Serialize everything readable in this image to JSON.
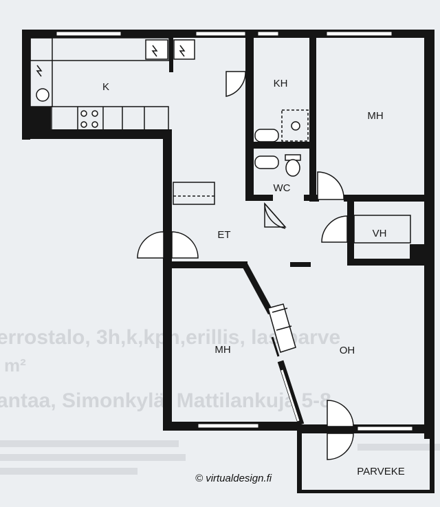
{
  "rooms": {
    "kitchen": "K",
    "dressing_room": "KH",
    "bedroom_top": "MH",
    "toilet": "WC",
    "closet": "VH",
    "hall": "ET",
    "bedroom_bottom": "MH",
    "living_room": "OH",
    "balcony": "PARVEKE"
  },
  "credit": "© virtualdesign.fi",
  "background_text": {
    "line1": "errostalo, 3h,k,kph,erillis, las parve",
    "line2": "m²",
    "line3": "antaa, Simonkylä, Mattilankuja 5-8"
  },
  "colors": {
    "wall": "#151515",
    "paper": "#eceff2",
    "window": "#ffffff"
  }
}
